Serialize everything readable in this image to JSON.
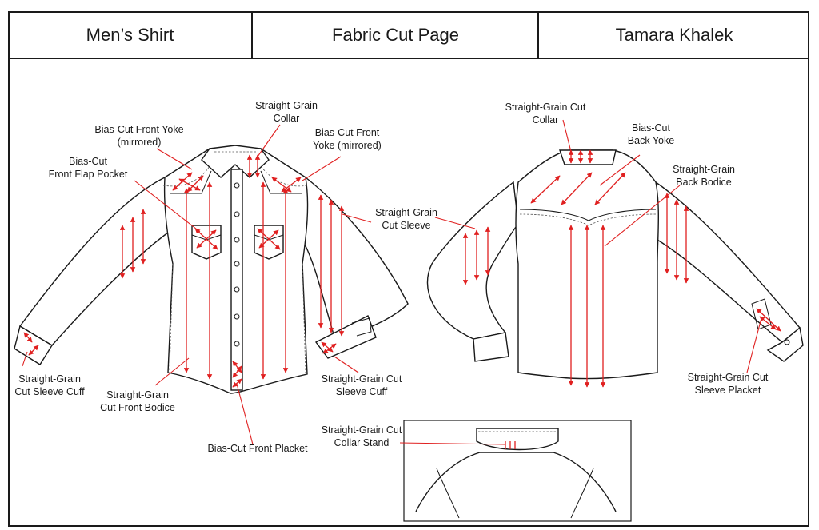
{
  "header": {
    "garment": "Men’s Shirt",
    "page": "Fabric Cut Page",
    "designer": "Tamara Khalek"
  },
  "colors": {
    "annotation": "#e02020",
    "outline": "#1a1a1a"
  },
  "front": {
    "labels": {
      "collar_l1": "Straight-Grain",
      "collar_l2": "Collar",
      "yoke_left_l1": "Bias-Cut Front Yoke",
      "yoke_left_l2": "(mirrored)",
      "yoke_right_l1": "Bias-Cut Front",
      "yoke_right_l2": "Yoke (mirrored)",
      "pocket_l1": "Bias-Cut",
      "pocket_l2": "Front Flap Pocket",
      "sleeve_l1": "Straight-Grain",
      "sleeve_l2": "Cut Sleeve",
      "cuff_left_l1": "Straight-Grain",
      "cuff_left_l2": "Cut Sleeve Cuff",
      "bodice_l1": "Straight-Grain",
      "bodice_l2": "Cut Front Bodice",
      "placket": "Bias-Cut Front Placket",
      "cuff_right_l1": "Straight-Grain Cut",
      "cuff_right_l2": "Sleeve Cuff"
    }
  },
  "back": {
    "labels": {
      "collar_l1": "Straight-Grain Cut",
      "collar_l2": "Collar",
      "yoke_l1": "Bias-Cut",
      "yoke_l2": "Back Yoke",
      "bodice_l1": "Straight-Grain",
      "bodice_l2": "Back Bodice",
      "placket_l1": "Straight-Grain Cut",
      "placket_l2": "Sleeve Placket"
    }
  },
  "collar_stand": {
    "labels": {
      "l1": "Straight-Grain Cut",
      "l2": "Collar Stand"
    }
  }
}
